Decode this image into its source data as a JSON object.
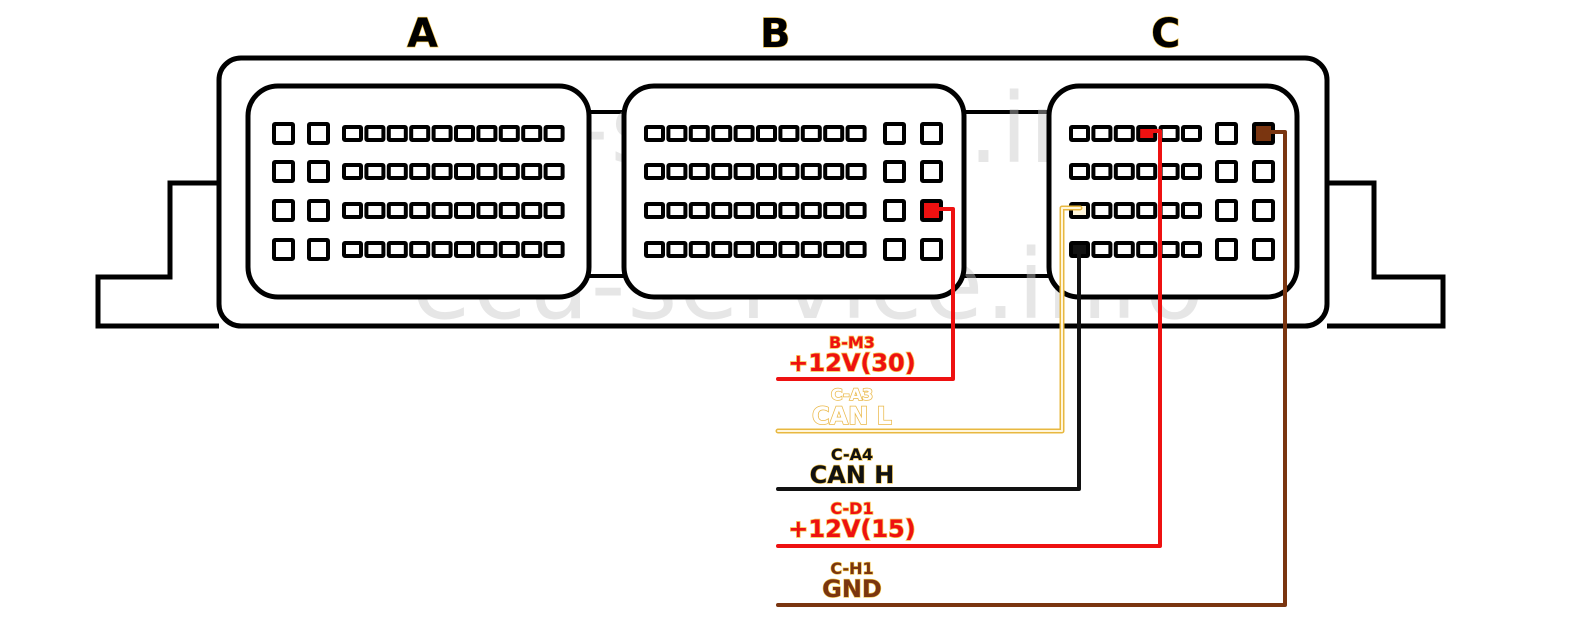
{
  "title": "ECU connector pinout",
  "watermark": "ecu-service.info",
  "connectors": [
    {
      "id": "A",
      "label": "A",
      "rows": 4,
      "small_pins_per_row": 10,
      "large_pins_per_row": 2,
      "large_position": "left"
    },
    {
      "id": "B",
      "label": "B",
      "rows": 4,
      "small_pins_per_row": 10,
      "large_pins_per_row": 2,
      "large_position": "right"
    },
    {
      "id": "C",
      "label": "C",
      "rows": 4,
      "small_pins_per_row": 6,
      "large_pins_per_row": 2,
      "large_position": "right"
    }
  ],
  "wires": [
    {
      "pin": "B-M3",
      "function": "+12V(30)",
      "color": "#ee1111",
      "connector": "B",
      "row": 3,
      "slot": "large-2"
    },
    {
      "pin": "C-A3",
      "function": "CAN L",
      "color": "#f3d48a",
      "connector": "C",
      "row": 3,
      "slot": "small-1"
    },
    {
      "pin": "C-A4",
      "function": "CAN H",
      "color": "#111111",
      "connector": "C",
      "row": 4,
      "slot": "small-1"
    },
    {
      "pin": "C-D1",
      "function": "+12V(15)",
      "color": "#ee1111",
      "connector": "C",
      "row": 1,
      "slot": "small-4"
    },
    {
      "pin": "C-H1",
      "function": "GND",
      "color": "#7a3510",
      "connector": "C",
      "row": 1,
      "slot": "large-2"
    }
  ],
  "label_colors": {
    "B-M3": {
      "fill": "#ee1111",
      "outline": "#f6c24a"
    },
    "C-A3": {
      "fill": "#ffffff",
      "outline": "#f0c860"
    },
    "C-A4": {
      "fill": "#111111",
      "outline": "#f0c040"
    },
    "C-D1": {
      "fill": "#ee1111",
      "outline": "#f6c24a"
    },
    "C-H1": {
      "fill": "#7a3510",
      "outline": "#f0c040"
    }
  }
}
